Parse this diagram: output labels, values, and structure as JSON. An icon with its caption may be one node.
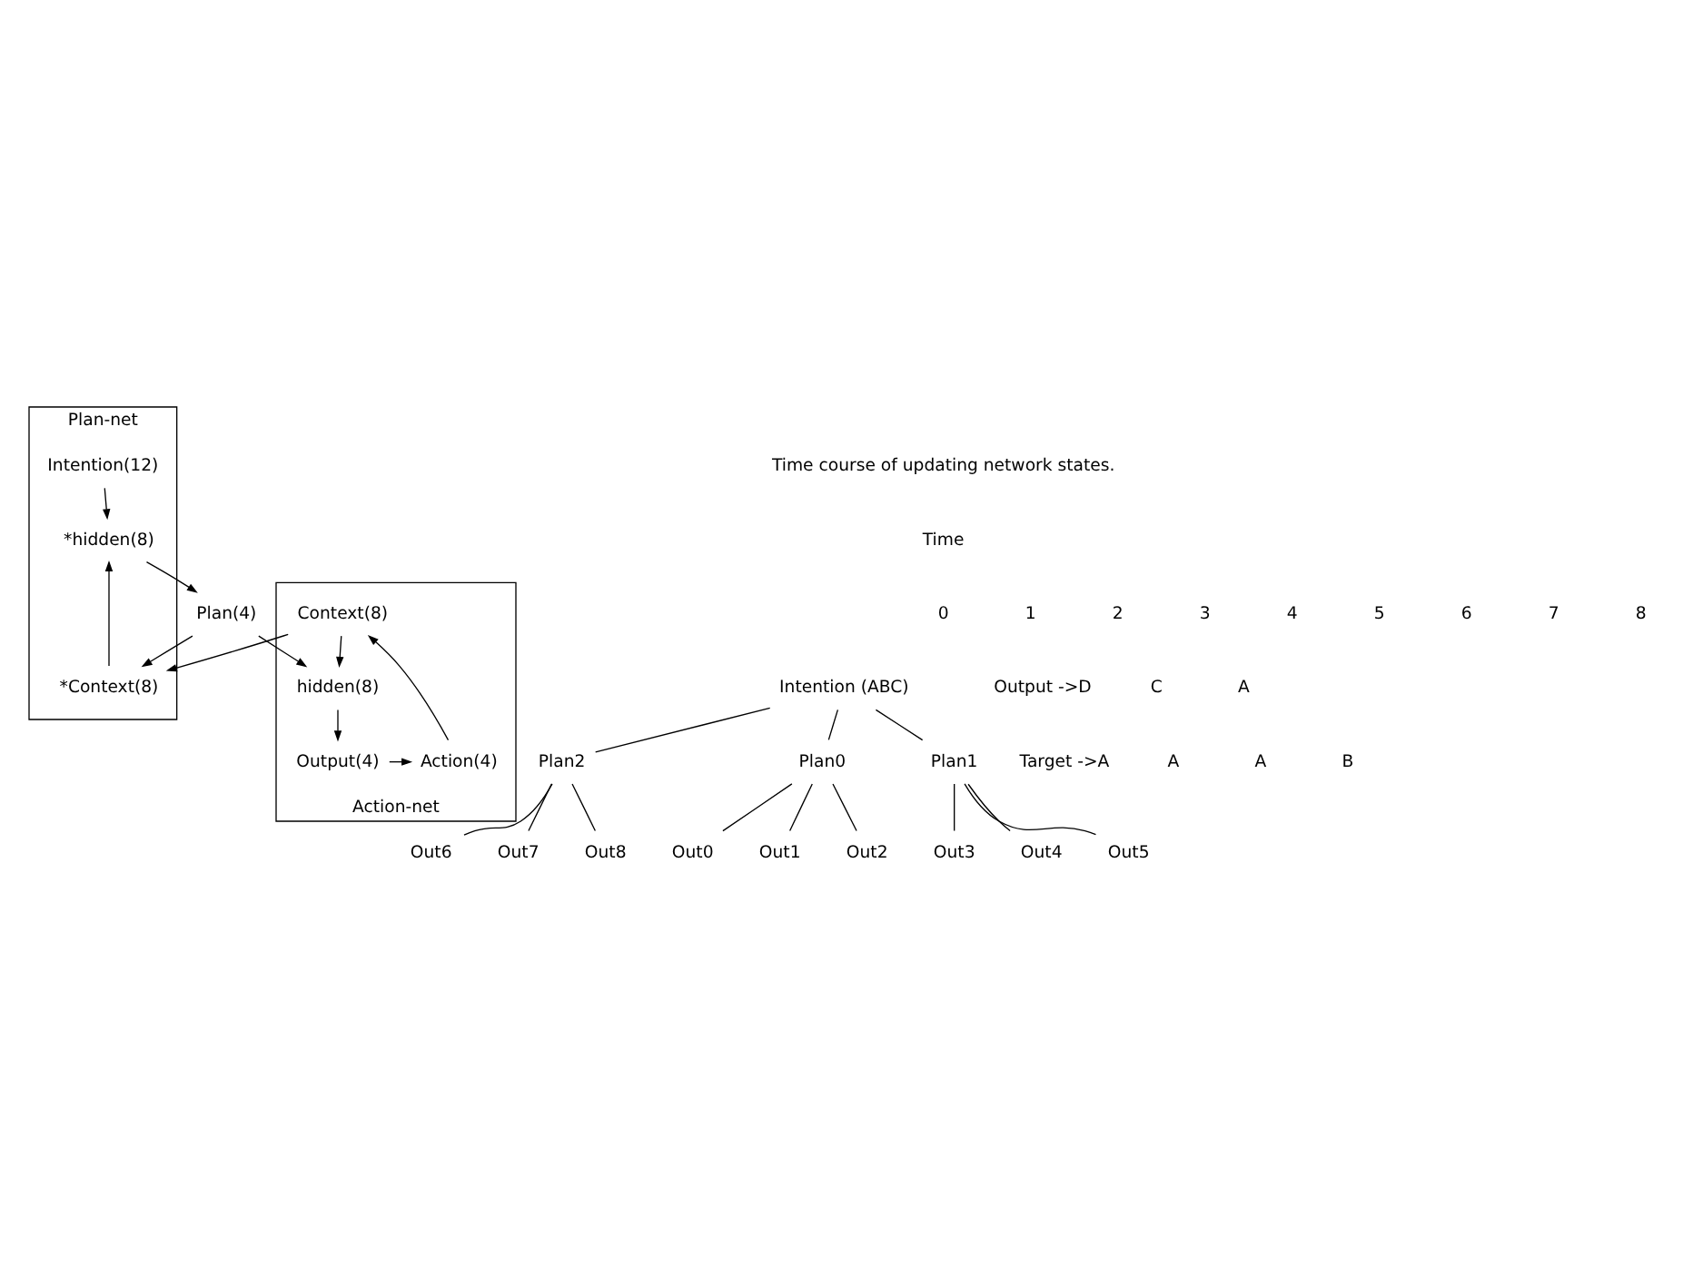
{
  "diagram": {
    "nodes": [
      {
        "text": [
          "Plan-net"
        ]
      },
      {
        "text": [
          "Intention(12)"
        ],
        "in": 0
      },
      {
        "text": [
          "*Context(8)"
        ],
        "in": 0
      },
      {
        "text": [
          "*hidden(8)"
        ],
        "in": 0
      },
      {
        "text": [
          "Action-net"
        ]
      },
      {
        "text": [
          "Plan(4)"
        ]
      },
      {
        "text": [
          "Context(8)"
        ],
        "in": 4
      },
      {
        "text": [
          "hidden(8)"
        ],
        "in": 4
      },
      {
        "text": [
          "Output(4)"
        ],
        "in": 4
      },
      {
        "text": [
          "Action(4)"
        ],
        "in": 4
      },
      {
        "text": [
          "Intention (ABC)"
        ]
      },
      {
        "text": [
          "Plan0"
        ]
      },
      {
        "text": [
          "Plan1"
        ]
      },
      {
        "text": [
          "Plan2"
        ]
      },
      {
        "text": [
          "Out0"
        ]
      },
      {
        "text": [
          "Out1"
        ]
      },
      {
        "text": [
          "Out2"
        ]
      },
      {
        "text": [
          "Out3"
        ]
      },
      {
        "text": [
          "Out4"
        ]
      },
      {
        "text": [
          "Out5"
        ]
      },
      {
        "text": [
          "Out6"
        ]
      },
      {
        "text": [
          "Out7"
        ]
      },
      {
        "text": [
          "Out8"
        ]
      }
    ],
    "edges": [
      {
        "from": 1,
        "to": 3,
        "arrow": "to"
      },
      {
        "from": 2,
        "to": 3,
        "arrow": "to"
      },
      {
        "from": 5,
        "to": 2,
        "arrow": "to"
      },
      {
        "from": 6,
        "to": 2,
        "arrow": "to"
      },
      {
        "from": 3,
        "to": 5,
        "arrow": "to"
      },
      {
        "from": 5,
        "to": 7,
        "arrow": "to"
      },
      {
        "from": 6,
        "to": 7,
        "arrow": "to"
      },
      {
        "from": 7,
        "to": 8,
        "arrow": "to"
      },
      {
        "from": 9,
        "to": 6,
        "arrow": "to"
      },
      {
        "from": 8,
        "to": 9,
        "arrow": "to"
      },
      {
        "from": 10,
        "to": 11,
        "arrow": "none"
      },
      {
        "from": 10,
        "to": 12,
        "arrow": "none"
      },
      {
        "from": 10,
        "to": 13,
        "arrow": "none"
      },
      {
        "from": 11,
        "to": 14,
        "arrow": "none"
      },
      {
        "from": 11,
        "to": 15,
        "arrow": "none"
      },
      {
        "from": 11,
        "to": 16,
        "arrow": "none"
      },
      {
        "from": 12,
        "to": 17,
        "arrow": "none"
      },
      {
        "from": 12,
        "to": 18,
        "arrow": "none"
      },
      {
        "from": 12,
        "to": 19,
        "arrow": "none"
      },
      {
        "from": 13,
        "to": 20,
        "arrow": "none"
      },
      {
        "from": 13,
        "to": 21,
        "arrow": "none"
      },
      {
        "from": 13,
        "to": 22,
        "arrow": "none"
      }
    ],
    "labels": [
      "Time course of updating network states.",
      "Time",
      "0",
      "1",
      "2",
      "3",
      "4",
      "5",
      "6",
      "7",
      "8",
      "Output ->D",
      "C",
      "A",
      "Target ->A",
      "A",
      "A",
      "B"
    ]
  }
}
